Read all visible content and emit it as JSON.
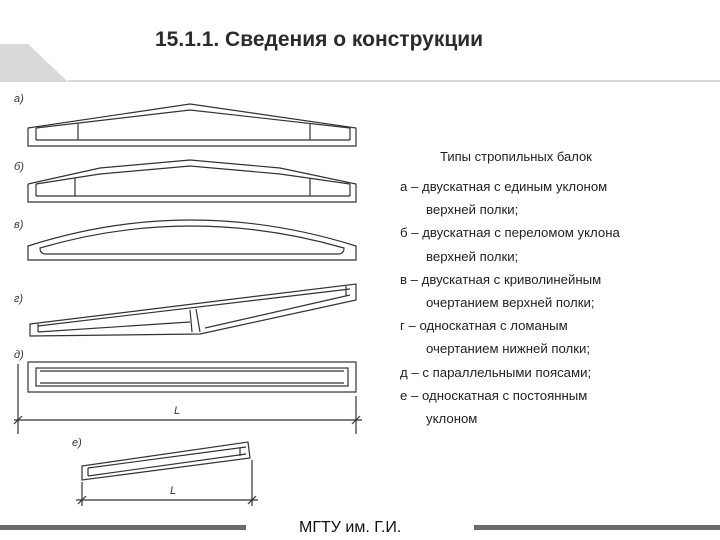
{
  "slide": {
    "title": "15.1.1. Сведения о конструкции",
    "footer": "МГТУ им. Г.И.",
    "accent_color": "#d9d9d9",
    "bar_color": "#6b6b6b"
  },
  "drawing": {
    "labels": [
      "а)",
      "б)",
      "в)",
      "г)",
      "д)",
      "е)"
    ],
    "span_label": "L",
    "span_label_small": "L"
  },
  "legend": {
    "caption": "Типы стропильных балок",
    "items": [
      {
        "first": "а – двускатная с единым уклоном",
        "second": "верхней полки;"
      },
      {
        "first": "б – двускатная с переломом уклона",
        "second": "верхней полки;"
      },
      {
        "first": "в – двускатная с криволинейным",
        "second": "очертанием верхней полки;"
      },
      {
        "first": "г – односкатная с ломаным",
        "second": "очертанием нижней полки;"
      },
      {
        "first": "д – с параллельными поясами;",
        "second": ""
      },
      {
        "first": "е – односкатная с постоянным",
        "second": "уклоном"
      }
    ]
  }
}
